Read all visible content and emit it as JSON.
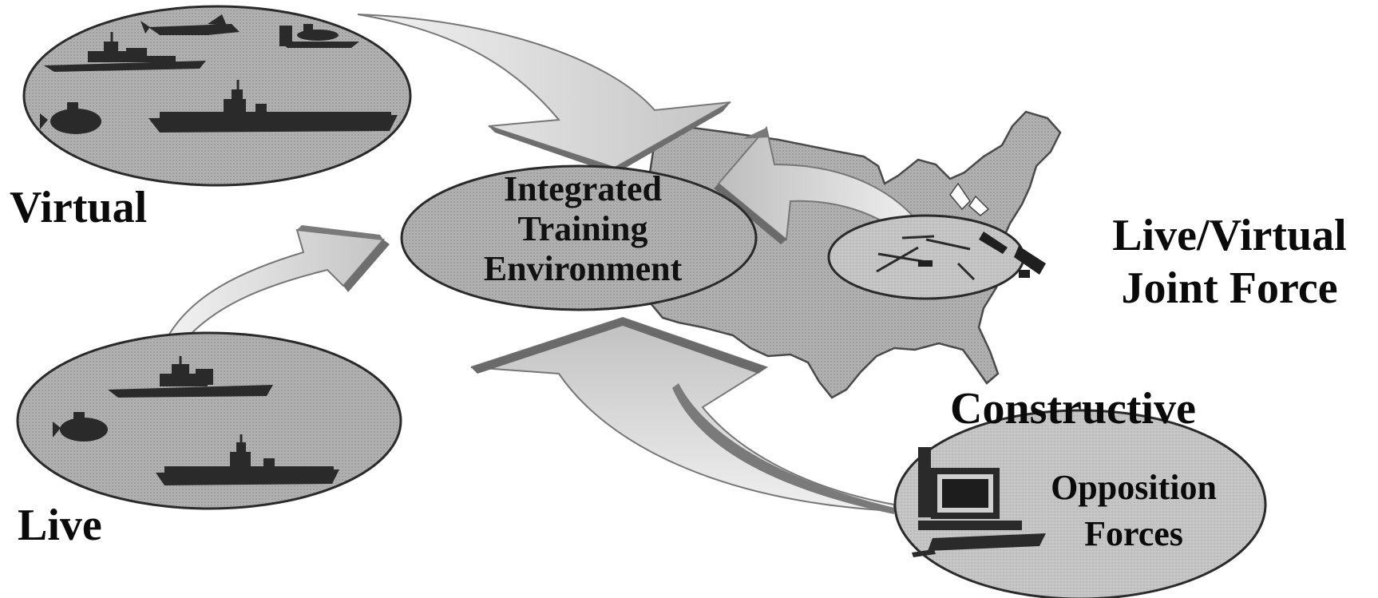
{
  "labels": {
    "virtual": "Virtual",
    "live": "Live",
    "joint_force_line1": "Live/Virtual",
    "joint_force_line2": "Joint Force",
    "constructive": "Constructive",
    "center_line1": "Integrated",
    "center_line2": "Training",
    "center_line3": "Environment",
    "opposition_line1": "Opposition",
    "opposition_line2": "Forces"
  },
  "colors": {
    "ellipse_fill": "#a9a9a9",
    "map_fill": "#b9b9b9",
    "arrow_fill": "#d6d6d6",
    "arrow_edge": "#6f6f6f",
    "silhouette": "#2a2a2a",
    "text": "#0a0a0a"
  },
  "icons": {
    "virtual_group": [
      "ship-icon",
      "jet-icon",
      "aircraft-icon",
      "submarine-icon",
      "carrier-icon"
    ],
    "live_group": [
      "ship-icon",
      "submarine-icon",
      "carrier-icon"
    ],
    "constructive_group": [
      "computer-icon"
    ]
  }
}
